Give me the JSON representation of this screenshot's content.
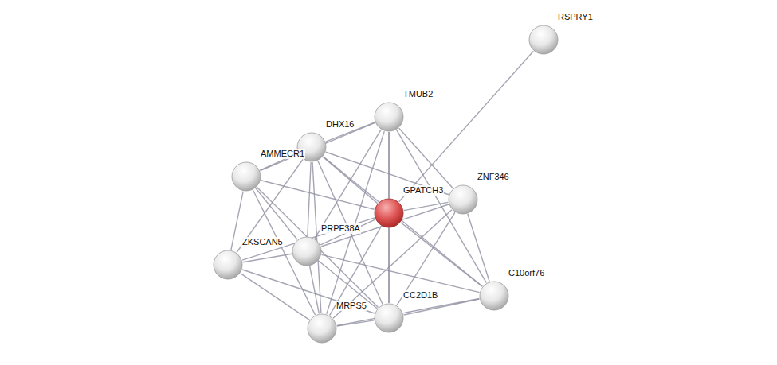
{
  "diagram": {
    "nodes": [
      {
        "text": [
          "RSPRY1"
        ]
      },
      {
        "text": [
          "TMUB2"
        ]
      },
      {
        "text": [
          "DHX16"
        ]
      },
      {
        "text": [
          "AMMECR1"
        ]
      },
      {
        "text": [
          "GPATCH3"
        ]
      },
      {
        "text": [
          "ZNF346"
        ]
      },
      {
        "text": [
          "PRPF38A"
        ]
      },
      {
        "text": [
          "ZKSCAN5"
        ]
      },
      {
        "text": [
          "MRPS5"
        ]
      },
      {
        "text": [
          "CC2D1B"
        ]
      },
      {
        "text": [
          "C10orf76"
        ]
      }
    ],
    "edges": [
      {
        "from": 4,
        "to": 0,
        "arrow": "none"
      },
      {
        "from": 4,
        "to": 1,
        "arrow": "none"
      },
      {
        "from": 4,
        "to": 2,
        "arrow": "none"
      },
      {
        "from": 4,
        "to": 3,
        "arrow": "none"
      },
      {
        "from": 4,
        "to": 5,
        "arrow": "none"
      },
      {
        "from": 4,
        "to": 6,
        "arrow": "none"
      },
      {
        "from": 4,
        "to": 7,
        "arrow": "none"
      },
      {
        "from": 4,
        "to": 8,
        "arrow": "none"
      },
      {
        "from": 4,
        "to": 9,
        "arrow": "none"
      },
      {
        "from": 4,
        "to": 10,
        "arrow": "none"
      },
      {
        "from": 1,
        "to": 2,
        "arrow": "none"
      },
      {
        "from": 1,
        "to": 3,
        "arrow": "none"
      },
      {
        "from": 1,
        "to": 5,
        "arrow": "none"
      },
      {
        "from": 1,
        "to": 6,
        "arrow": "none"
      },
      {
        "from": 1,
        "to": 8,
        "arrow": "none"
      },
      {
        "from": 1,
        "to": 9,
        "arrow": "none"
      },
      {
        "from": 1,
        "to": 10,
        "arrow": "none"
      },
      {
        "from": 2,
        "to": 3,
        "arrow": "none"
      },
      {
        "from": 2,
        "to": 5,
        "arrow": "none"
      },
      {
        "from": 2,
        "to": 6,
        "arrow": "none"
      },
      {
        "from": 2,
        "to": 7,
        "arrow": "none"
      },
      {
        "from": 2,
        "to": 8,
        "arrow": "none"
      },
      {
        "from": 2,
        "to": 9,
        "arrow": "none"
      },
      {
        "from": 2,
        "to": 10,
        "arrow": "none"
      },
      {
        "from": 3,
        "to": 6,
        "arrow": "none"
      },
      {
        "from": 3,
        "to": 7,
        "arrow": "none"
      },
      {
        "from": 3,
        "to": 8,
        "arrow": "none"
      },
      {
        "from": 3,
        "to": 9,
        "arrow": "none"
      },
      {
        "from": 5,
        "to": 6,
        "arrow": "none"
      },
      {
        "from": 5,
        "to": 8,
        "arrow": "none"
      },
      {
        "from": 5,
        "to": 9,
        "arrow": "none"
      },
      {
        "from": 5,
        "to": 10,
        "arrow": "none"
      },
      {
        "from": 6,
        "to": 7,
        "arrow": "none"
      },
      {
        "from": 6,
        "to": 8,
        "arrow": "none"
      },
      {
        "from": 6,
        "to": 9,
        "arrow": "none"
      },
      {
        "from": 6,
        "to": 10,
        "arrow": "none"
      },
      {
        "from": 7,
        "to": 8,
        "arrow": "none"
      },
      {
        "from": 7,
        "to": 9,
        "arrow": "none"
      },
      {
        "from": 8,
        "to": 9,
        "arrow": "none"
      },
      {
        "from": 8,
        "to": 10,
        "arrow": "none"
      },
      {
        "from": 9,
        "to": 10,
        "arrow": "none"
      }
    ]
  }
}
